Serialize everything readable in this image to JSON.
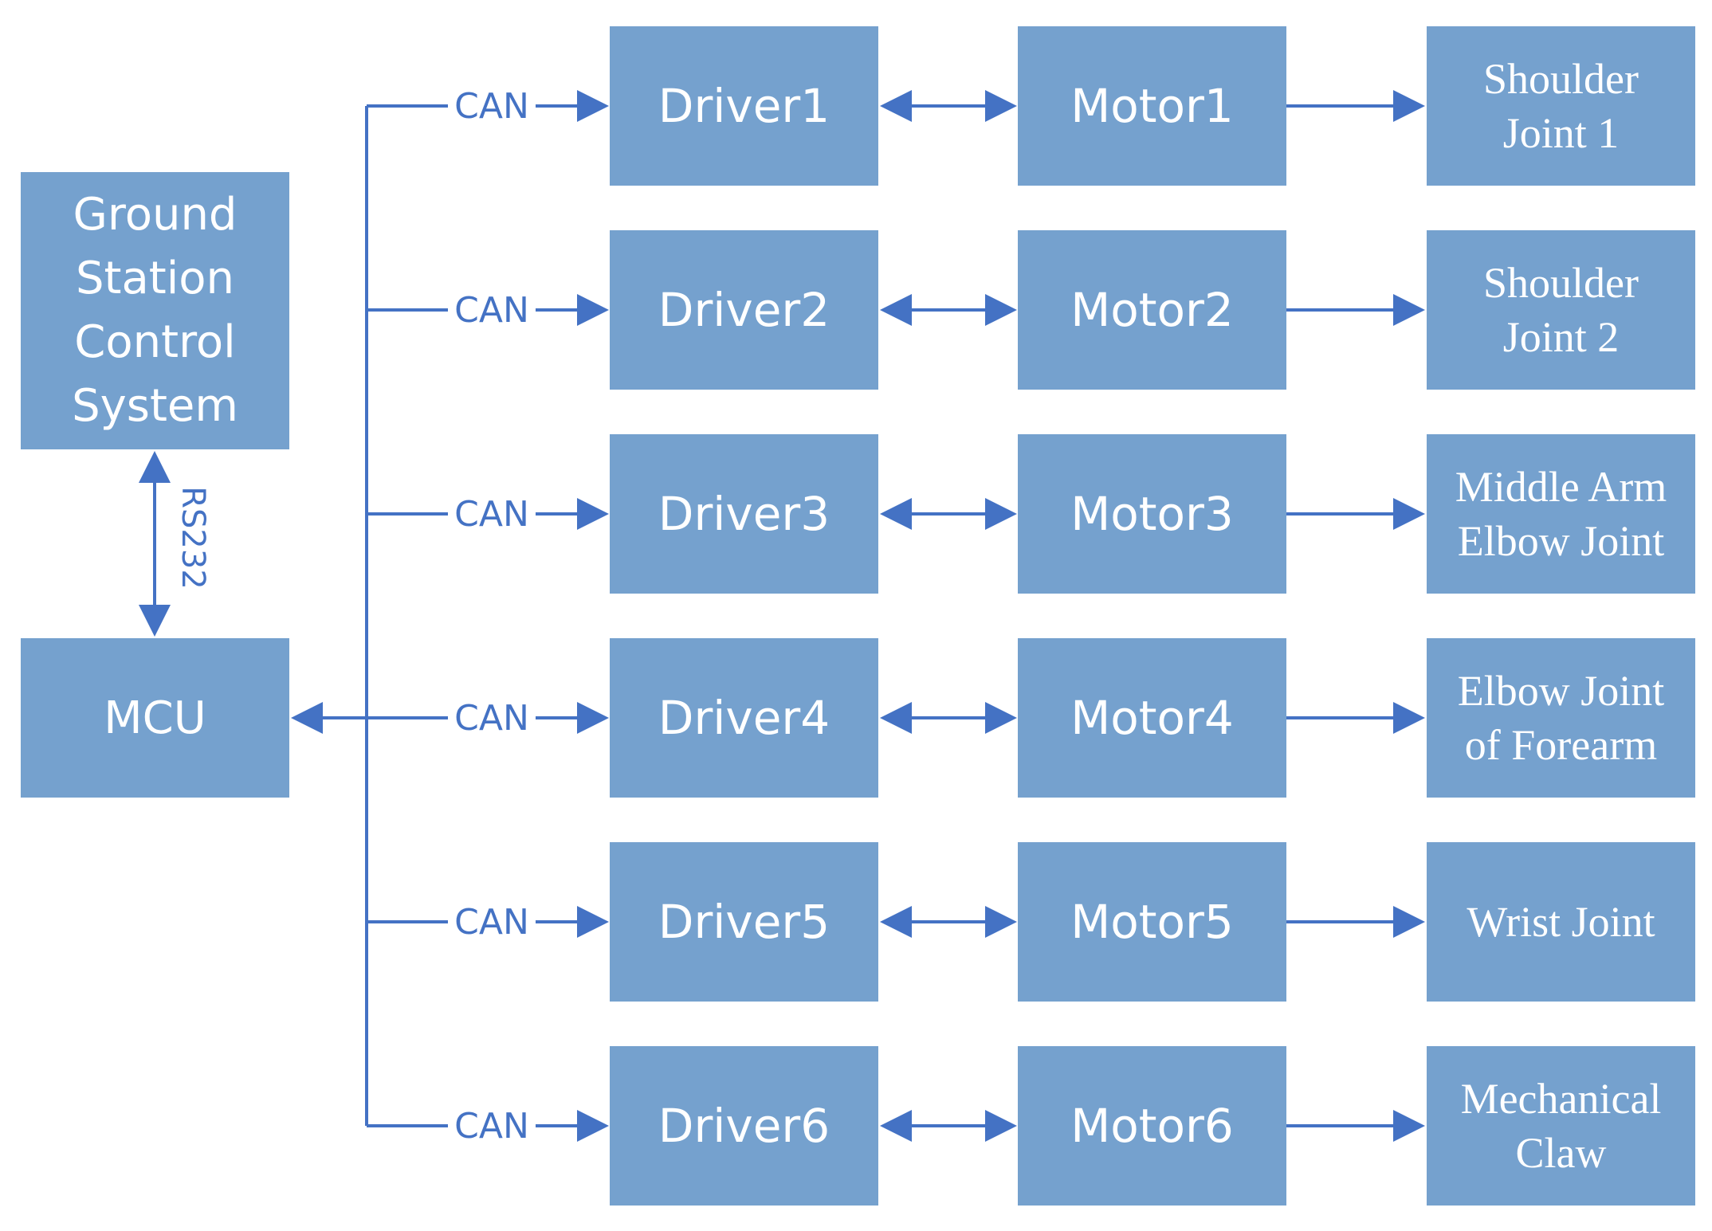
{
  "colors": {
    "box_fill": "#75a1ce",
    "line": "#4472c4",
    "box_text": "#ffffff"
  },
  "ground_station": {
    "lines": [
      "Ground",
      "Station",
      "Control",
      "System"
    ]
  },
  "rs232_label": "RS232",
  "mcu_label": "MCU",
  "can_label": "CAN",
  "drivers": [
    "Driver1",
    "Driver2",
    "Driver3",
    "Driver4",
    "Driver5",
    "Driver6"
  ],
  "motors": [
    "Motor1",
    "Motor2",
    "Motor3",
    "Motor4",
    "Motor5",
    "Motor6"
  ],
  "joints": [
    [
      "Shoulder",
      "Joint 1"
    ],
    [
      "Shoulder",
      "Joint 2"
    ],
    [
      "Middle Arm",
      "Elbow Joint"
    ],
    [
      "Elbow Joint",
      "of Forearm"
    ],
    [
      "Wrist Joint"
    ],
    [
      "Mechanical",
      "Claw"
    ]
  ]
}
